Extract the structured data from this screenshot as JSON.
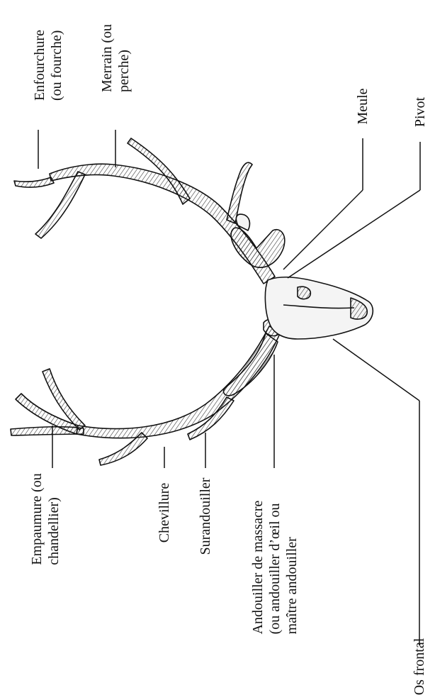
{
  "labels": {
    "enfourchure": [
      "Enfourchure",
      "(ou fourche)"
    ],
    "merrain": [
      "Merrain (ou",
      "perche)"
    ],
    "meule": "Meule",
    "pivot": "Pivot",
    "empaumure": [
      "Empaumure (ou",
      "chandellier)"
    ],
    "chevillure": "Chevillure",
    "surandouiller": "Surandouiller",
    "andouiller": [
      "Andouiller de massacre",
      "(ou andouiller d’œil ou",
      "maître andouiller"
    ],
    "os_frontal": "Os frontal"
  },
  "colors": {
    "ink": "#111111",
    "antler_fill": "#f4f4f4",
    "hatch": "#3a3a3a"
  }
}
